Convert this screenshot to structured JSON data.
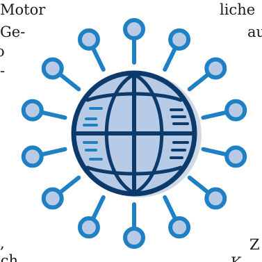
{
  "text_fragments": {
    "left": [
      "Motor",
      "Ge-",
      "o",
      "-",
      ",",
      "ich"
    ],
    "right": [
      "liche",
      "au",
      "Z",
      "K"
    ]
  },
  "illustration": {
    "spoke_count": 14,
    "palette": {
      "dark_blue": "#0b3a6b",
      "mid_blue": "#1f80c4",
      "light_blue": "#b7cbe6",
      "globe_shadow": "#d0dae6"
    }
  }
}
